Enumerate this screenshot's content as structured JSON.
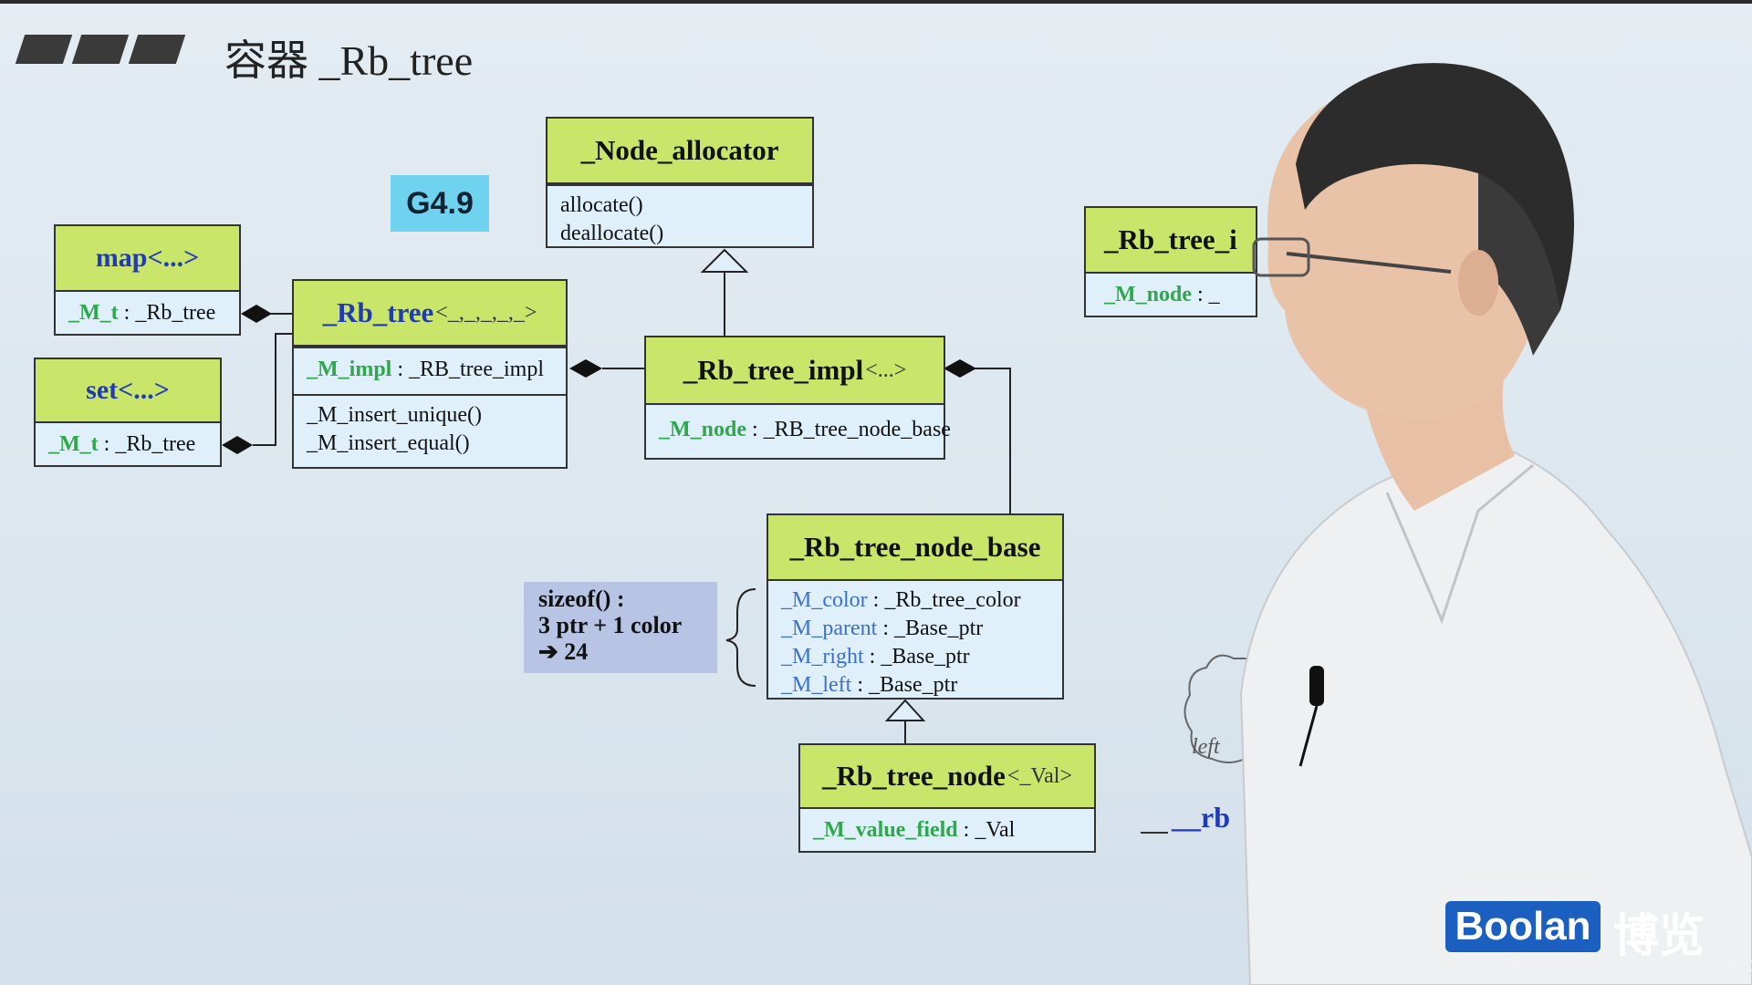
{
  "title": "容器 _Rb_tree",
  "version_badge": "G4.9",
  "boxes": {
    "node_allocator": {
      "name": "_Node_allocator",
      "methods": [
        "allocate()",
        "deallocate()"
      ]
    },
    "map": {
      "name": "map<...>",
      "field_name": "_M_t",
      "field_type": " : _Rb_tree"
    },
    "set": {
      "name": "set<...>",
      "field_name": "_M_t",
      "field_type": " : _Rb_tree"
    },
    "rb_tree": {
      "name": "_Rb_tree",
      "template": "<_,_,_,_,_>",
      "field_name": "_M_impl",
      "field_type": " : _RB_tree_impl",
      "methods": [
        "_M_insert_unique()",
        "_M_insert_equal()"
      ]
    },
    "rb_tree_impl": {
      "name": "_Rb_tree_impl",
      "template": "<...>",
      "field_name": "_M_node",
      "field_type": " : _RB_tree_node_base"
    },
    "rb_tree_impl_right": {
      "name": "_Rb_tree_i",
      "field_name": "_M_node",
      "field_type": " : _"
    },
    "rb_tree_node_base": {
      "name": "_Rb_tree_node_base",
      "fields": [
        {
          "name": "_M_color",
          "type": " : _Rb_tree_color"
        },
        {
          "name": "_M_parent",
          "type": " : _Base_ptr"
        },
        {
          "name": "_M_right",
          "type": " : _Base_ptr"
        },
        {
          "name": "_M_left",
          "type": " : _Base_ptr"
        }
      ]
    },
    "rb_tree_node": {
      "name": "_Rb_tree_node",
      "template": "<_Val>",
      "field_name": "_M_value_field",
      "field_type": " : _Val"
    }
  },
  "sizeof_note": {
    "line1": "sizeof() :",
    "line2": "3 ptr + 1 color",
    "line3": "➔  24"
  },
  "partial_texts": {
    "cloud": "left",
    "rb": "__rb"
  },
  "brand": {
    "logo": "Boolan",
    "cn": "博览",
    "url": "https://blog.csdn.net/weixin_38215141"
  },
  "colors": {
    "header": "#c9e66b",
    "body": "#dff0fb",
    "field_name": "#2ea84a",
    "field_blue": "#3b6fd8",
    "badge": "#6fd3ef",
    "sizebox": "#b7c4e4",
    "logo": "#1b5fc0"
  }
}
